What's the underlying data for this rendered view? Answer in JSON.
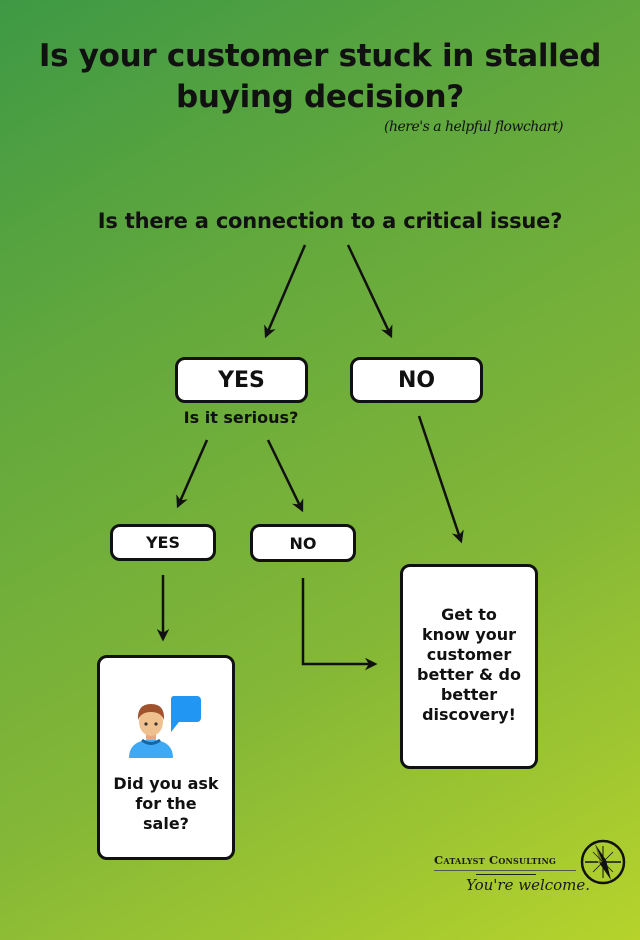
{
  "header": {
    "title_line1": "Is your customer stuck in stalled",
    "title_line2": "buying decision?",
    "subtitle": "(here's a helpful flowchart)"
  },
  "flowchart": {
    "root_question": "Is there a connection to a critical issue?",
    "level1": {
      "yes_label": "YES",
      "no_label": "NO",
      "yes_followup": "Is it serious?"
    },
    "level2": {
      "yes_label": "YES",
      "no_label": "NO"
    },
    "outcomes": {
      "ask_sale": {
        "text_line1": "Did you ask",
        "text_line2": "for the",
        "text_line3": "sale?",
        "icon": "person-speech-bubble-icon"
      },
      "discovery": {
        "text_line1": "Get to",
        "text_line2": "know your",
        "text_line3": "customer",
        "text_line4": "better & do",
        "text_line5": "better",
        "text_line6": "discovery!"
      }
    }
  },
  "branding": {
    "company": "Catalyst Consulting",
    "tagline": "You're welcome.",
    "icon": "compass-icon"
  },
  "colors": {
    "gradient_start": "#3e9945",
    "gradient_end": "#b6d32c",
    "box_fill": "#ffffff",
    "stroke": "#111111",
    "speech_bubble": "#2196f3",
    "shirt": "#3fa9f5"
  }
}
